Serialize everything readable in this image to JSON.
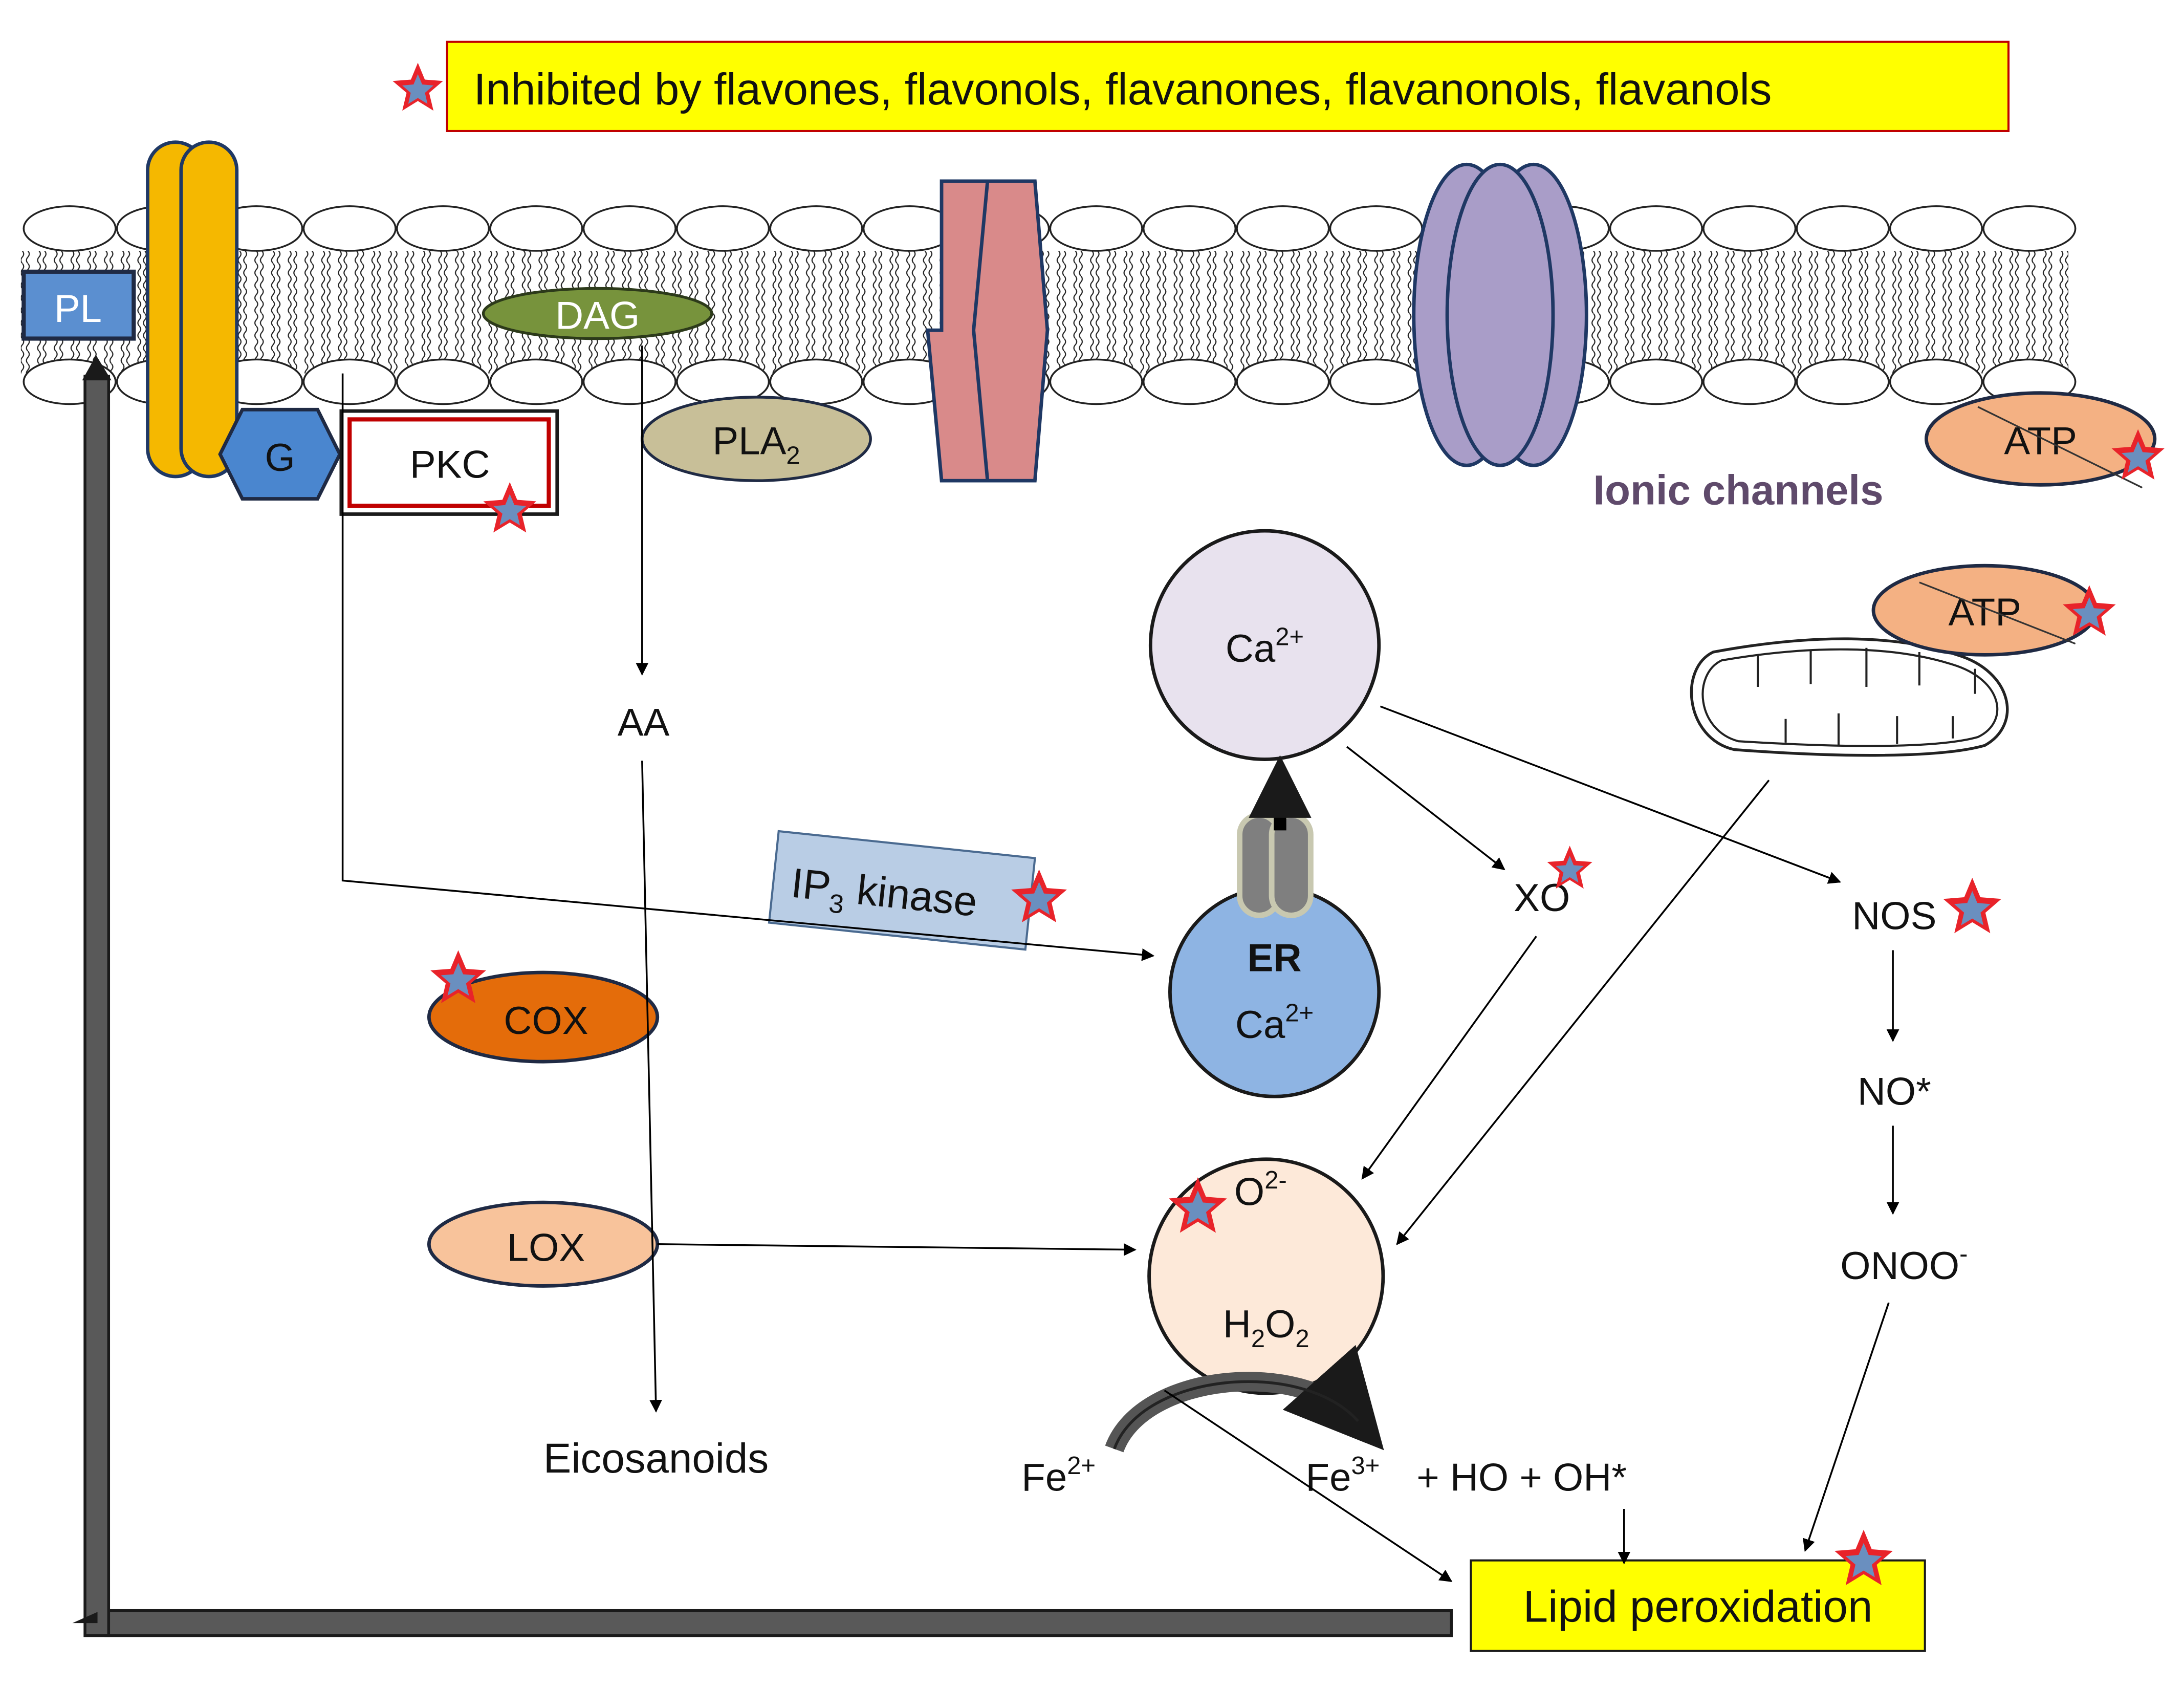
{
  "legend": {
    "text": "Inhibited by flavones, flavonols, flavanones, flavanonols, flavanols"
  },
  "membrane": {
    "pl": "PL",
    "g_protein": "G",
    "pkc": "PKC",
    "dag": "DAG",
    "pla2": {
      "main": "PLA",
      "sub": "2"
    },
    "atp": "ATP",
    "ionic_channels": "Ionic channels"
  },
  "mitochondrion": {
    "atp": "ATP"
  },
  "calcium_store": {
    "ion": "Ca",
    "charge": "2+"
  },
  "er": {
    "label": "ER",
    "ion": "Ca",
    "charge": "2+"
  },
  "ip3_kinase": {
    "pre": "IP",
    "sub": "3",
    "post": " kinase"
  },
  "pathway": {
    "aa": "AA",
    "eicosanoids": "Eicosanoids",
    "cox": "COX",
    "lox": "LOX",
    "xo": "XO",
    "nos": "NOS",
    "no": "NO*",
    "onoo": {
      "main": "ONOO",
      "sup": "-"
    }
  },
  "ros": {
    "o2": {
      "main": "O",
      "sup": "2-"
    },
    "h2o2": {
      "a": "H",
      "s1": "2",
      "b": "O",
      "s2": "2"
    }
  },
  "fenton": {
    "fe2": {
      "main": "Fe",
      "sup": "2+"
    },
    "fe3": {
      "main": "Fe",
      "sup": "3+"
    },
    "products": "+ HO + OH*"
  },
  "lipid_peroxidation": "Lipid peroxidation",
  "colors": {
    "gprotein": "#4a86cf",
    "pl_box": "#5b8fd0",
    "receptor": "#f5b800",
    "dag": "#77933c",
    "pla2": "#c8bf98",
    "channel_pink": "#d98a8a",
    "channel_purple": "#a99dc8",
    "atp": "#f4b183",
    "ca_store": "#e8e2ee",
    "er": "#8eb4e3",
    "ip3": "#b9cde5",
    "cox": "#e46c0a",
    "lox": "#f8c39b",
    "ros": "#fde9d9",
    "highlight": "#ffff00",
    "star_outer": "#e8232a",
    "star_inner": "#6a8fbf",
    "ionic_text": "#5f4a6b"
  }
}
